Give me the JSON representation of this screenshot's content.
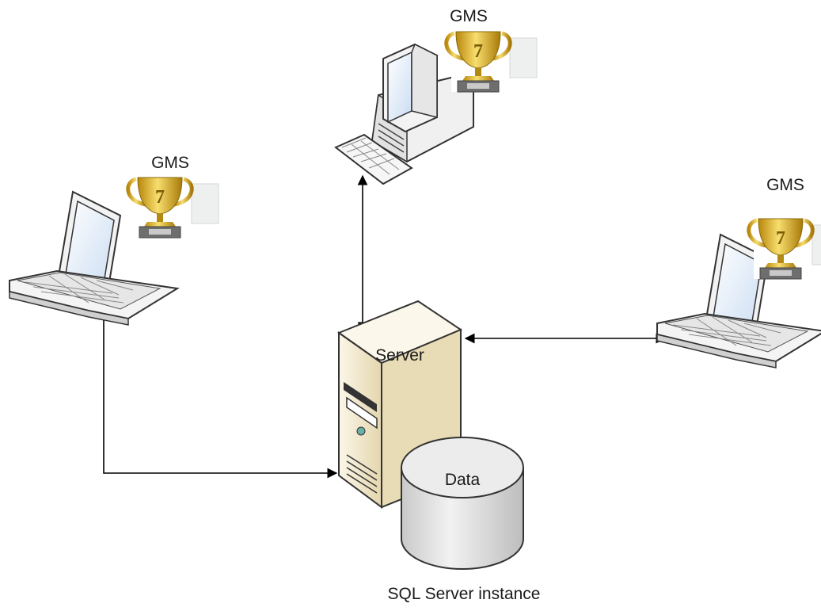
{
  "diagram": {
    "clients": [
      {
        "id": "desktop",
        "device": "desktop-computer",
        "app_label": "GMS"
      },
      {
        "id": "laptop-left",
        "device": "laptop",
        "app_label": "GMS"
      },
      {
        "id": "laptop-right",
        "device": "laptop",
        "app_label": "GMS"
      }
    ],
    "server": {
      "label": "Server",
      "device": "tower-server"
    },
    "database": {
      "label": "Data",
      "device": "database-cylinder"
    },
    "caption": "SQL Server instance",
    "connections": [
      {
        "from": "desktop",
        "to": "server",
        "arrows": "both"
      },
      {
        "from": "laptop-left",
        "to": "server",
        "arrows": "both"
      },
      {
        "from": "laptop-right",
        "to": "server",
        "arrows": "both"
      }
    ],
    "icons": {
      "trophy": "trophy-icon",
      "trophy_number": "7"
    },
    "colors": {
      "trophy_gold": "#d4a91f",
      "server_beige": "#efe6cc",
      "db_gray": "#d9d9d9",
      "line": "#000000"
    }
  }
}
